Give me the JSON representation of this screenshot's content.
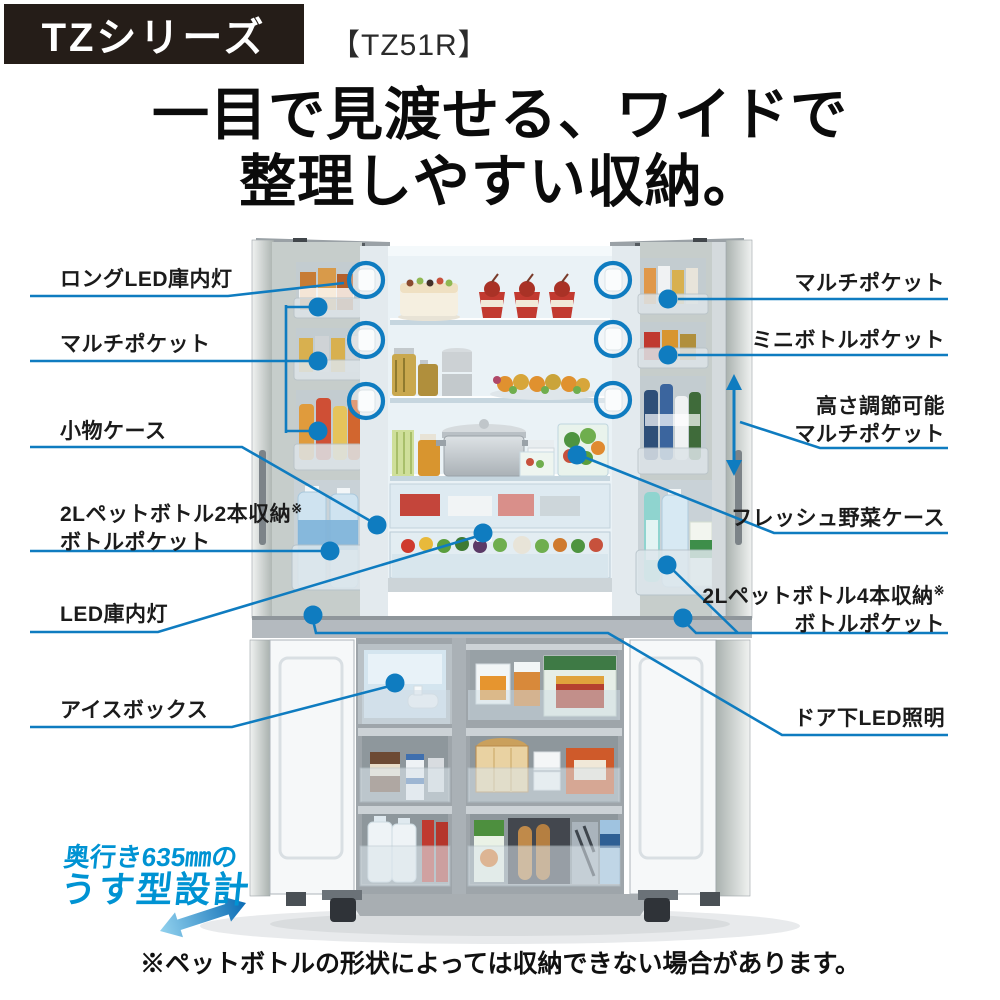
{
  "header": {
    "series_badge": "TZシリーズ",
    "model_code": "【TZ51R】"
  },
  "title": {
    "line1": "一目で見渡せる、ワイドで",
    "line2": "整理しやすい収納。"
  },
  "callouts": {
    "left": [
      {
        "label": "ロングLED庫内灯"
      },
      {
        "label": "マルチポケット"
      },
      {
        "label": "小物ケース"
      },
      {
        "line1": "2Lペットボトル2本収納",
        "mark": "※",
        "line2": "ボトルポケット"
      },
      {
        "label": "LED庫内灯"
      },
      {
        "label": "アイスボックス"
      }
    ],
    "right": [
      {
        "label": "マルチポケット"
      },
      {
        "label": "ミニボトルポケット"
      },
      {
        "line1": "高さ調節可能",
        "line2": "マルチポケット"
      },
      {
        "label": "フレッシュ野菜ケース"
      },
      {
        "line1": "2Lペットボトル4本収納",
        "mark": "※",
        "line2": "ボトルポケット"
      },
      {
        "label": "ドア下LED照明"
      }
    ]
  },
  "feature": {
    "line1": "奥行き635㎜の",
    "line2": "うす型設計"
  },
  "footnote": "※ペットボトルの形状によっては収納できない場合があります。",
  "colors": {
    "callout_blue": "#0f7cc0",
    "feature_blue": "#0093d3",
    "badge_background": "#251d18",
    "title_text": "#0b0b0b"
  }
}
